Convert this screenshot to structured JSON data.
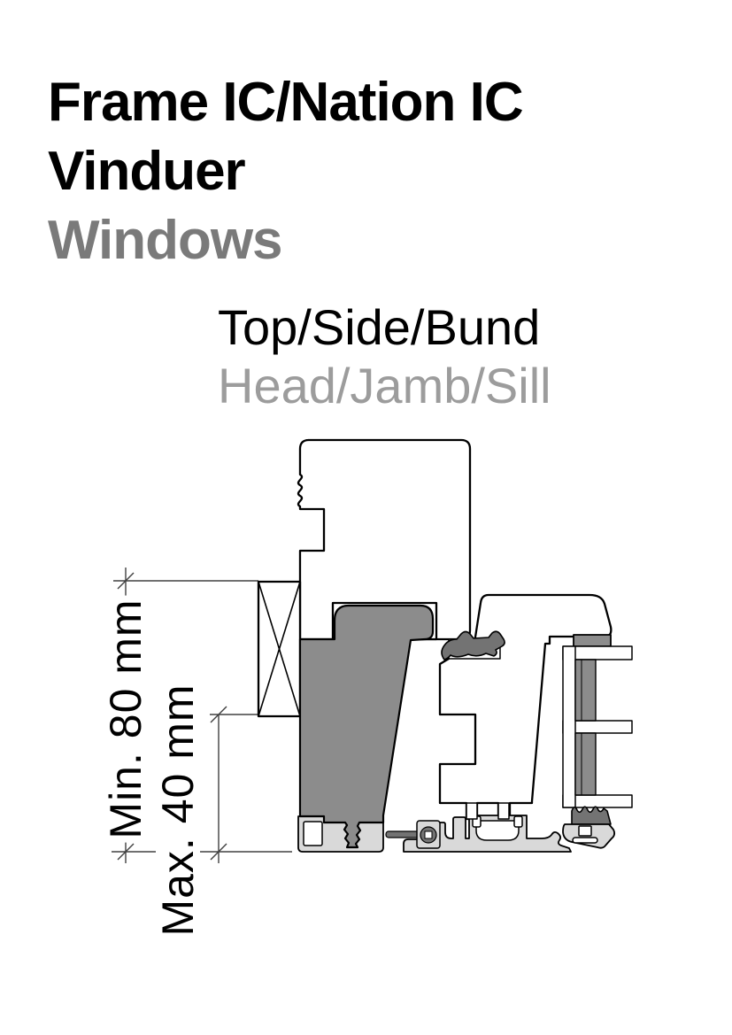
{
  "document": {
    "title_line1": "Frame IC/Nation IC",
    "title_line2": "Vinduer",
    "title_translation": "Windows",
    "section_title": "Top/Side/Bund",
    "section_translation": "Head/Jamb/Sill"
  },
  "dimensions": {
    "min_height": "Min. 80 mm",
    "max_height": "Max. 40 mm"
  },
  "diagram": {
    "description": "Cross-section detail drawing of Frame IC / Nation IC window head, jamb and sill mounting with triple glazing unit"
  },
  "colors": {
    "background": "#ffffff",
    "title_text": "#000000",
    "translation_text": "#7a7a7a",
    "section_translation_text": "#9c9c9c",
    "outline": "#000000",
    "frame_fill": "#8c8c8c",
    "seal_fill": "#737373",
    "aluminum_fill": "#d9d9d9",
    "dimension_line": "#404040"
  }
}
